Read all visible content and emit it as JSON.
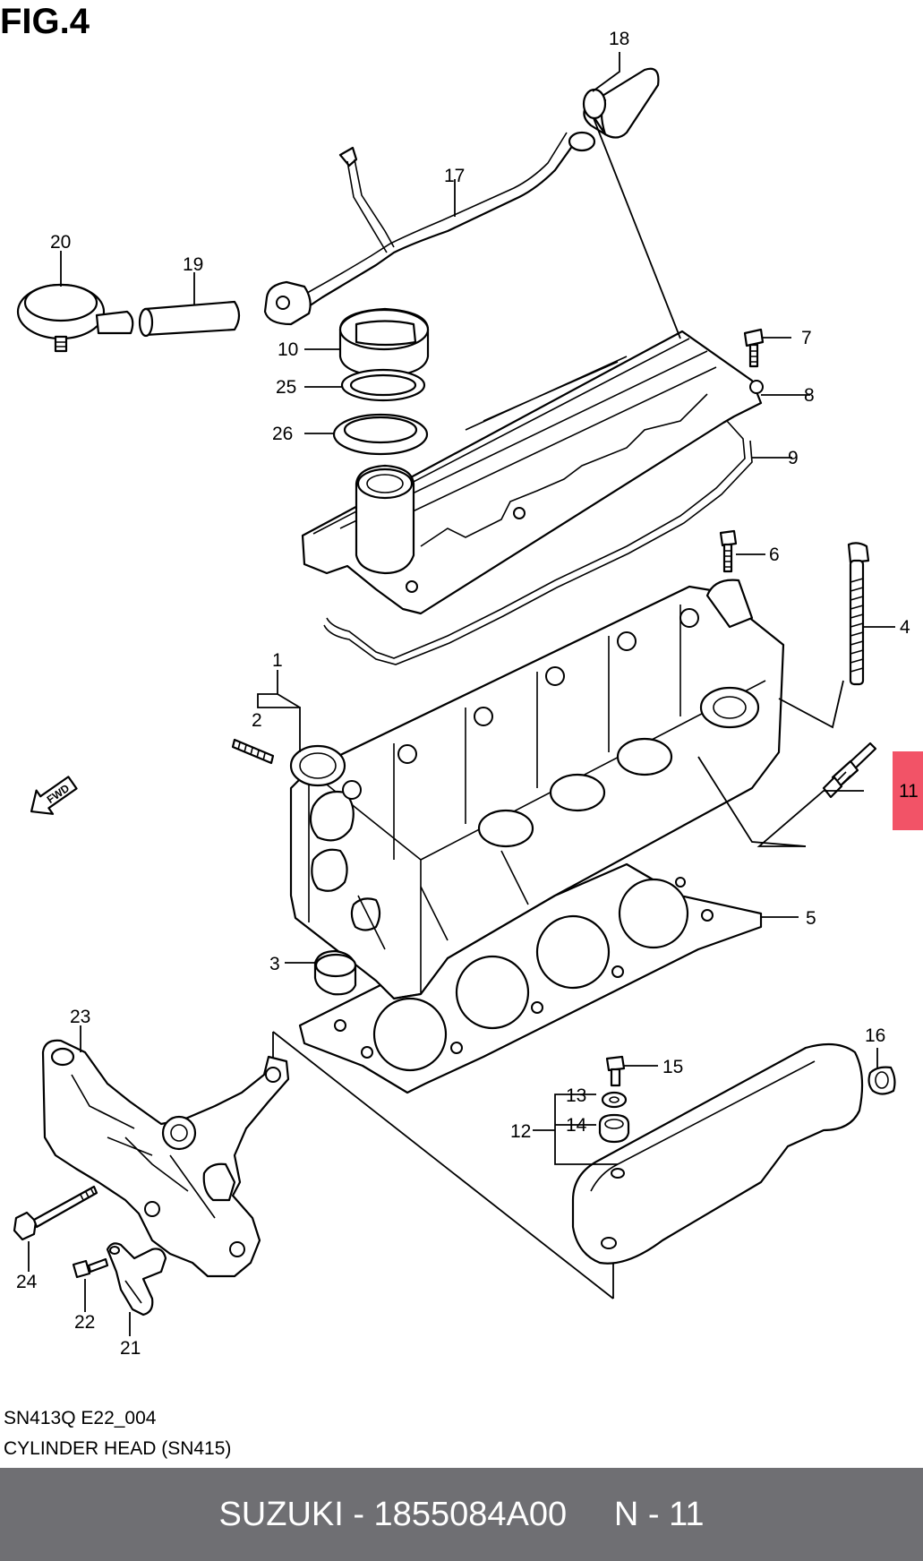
{
  "figure": {
    "title": "FIG.4",
    "code": "SN413Q E22_004",
    "caption": "CYLINDER HEAD (SN415)"
  },
  "callouts": {
    "c1": "1",
    "c2": "2",
    "c3": "3",
    "c4": "4",
    "c5": "5",
    "c6": "6",
    "c7": "7",
    "c8": "8",
    "c9": "9",
    "c10": "10",
    "c11": "11",
    "c12": "12",
    "c13": "13",
    "c14": "14",
    "c15": "15",
    "c16": "16",
    "c17": "17",
    "c18": "18",
    "c19": "19",
    "c20": "20",
    "c21": "21",
    "c22": "22",
    "c23": "23",
    "c24": "24",
    "c25": "25",
    "c26": "26"
  },
  "highlight": {
    "part": "11",
    "color": "#e8000f",
    "fill": "#f0354c"
  },
  "direction_arrow": {
    "label": "FWD"
  },
  "footer": {
    "text": "SUZUKI - 1855084A00     N - 11",
    "background": "#6f6f73",
    "color": "#ffffff"
  }
}
